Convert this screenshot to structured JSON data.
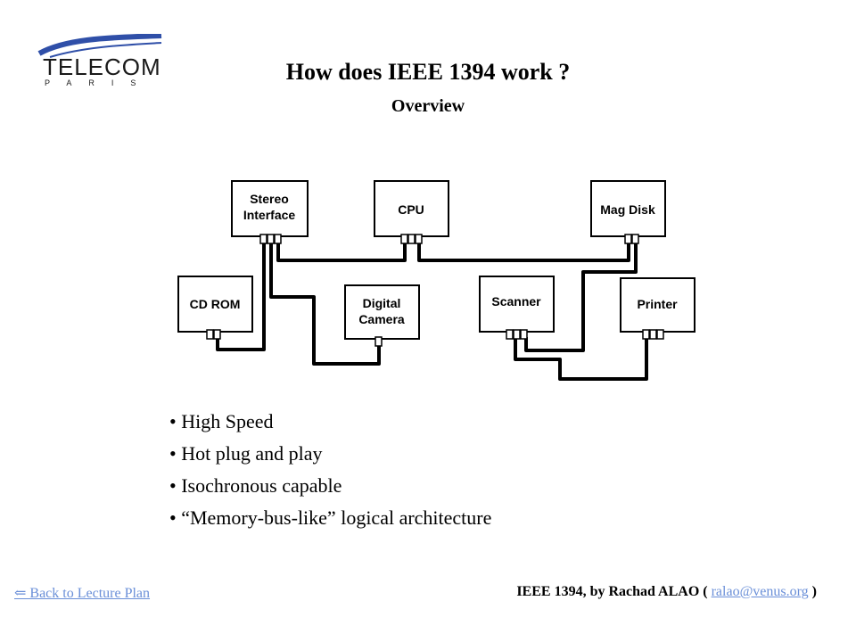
{
  "logo": {
    "word": "TELECOM",
    "sub": "PARIS"
  },
  "slide": {
    "title": "How does IEEE 1394 work ?",
    "subtitle": "Overview"
  },
  "diagram": {
    "devices": {
      "stereo": [
        "Stereo",
        "Interface"
      ],
      "cpu": "CPU",
      "mag_disk": "Mag Disk",
      "cd_rom": "CD ROM",
      "camera": [
        "Digital",
        "Camera"
      ],
      "scanner": "Scanner",
      "printer": "Printer"
    }
  },
  "bullets": [
    "High Speed",
    "Hot plug and play",
    "Isochronous capable",
    "“Memory-bus-like” logical architecture"
  ],
  "footer": {
    "back_link": "⇐ Back to Lecture Plan",
    "credit": "IEEE 1394, by Rachad ALAO",
    "open_paren": "(",
    "email": "ralao@venus.org",
    "close_paren": ")"
  }
}
